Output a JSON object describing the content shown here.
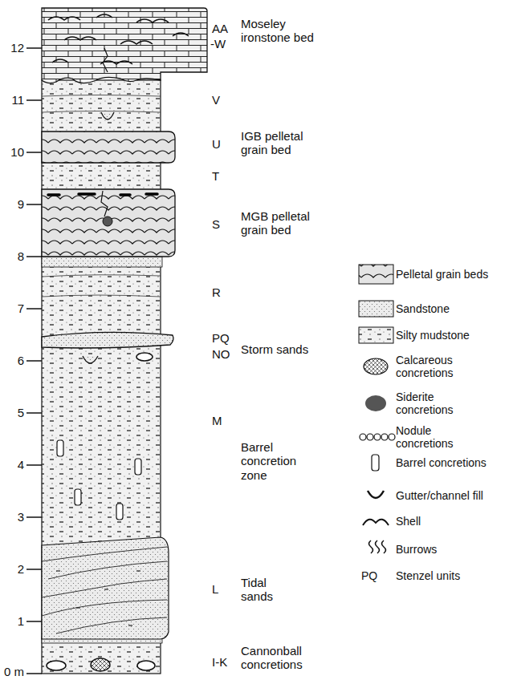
{
  "diagram": {
    "labels": [
      "12",
      "11",
      "10",
      "9",
      "8",
      "7",
      "6",
      "5",
      "4",
      "3",
      "2",
      "1",
      "0 m",
      "AA",
      "-W",
      "V",
      "U",
      "T",
      "S",
      "R",
      "PQ",
      "NO",
      "M",
      "L",
      "I-K",
      "Moseley ironstone bed",
      "IGB pelletal grain bed",
      "MGB pelletal grain bed",
      "Storm sands",
      "Barrel concretion zone",
      "Tidal sands",
      "Cannonball concretions",
      "PQ"
    ],
    "legend": [
      {
        "text": "Pelletal grain beds"
      },
      {
        "text": "Sandstone"
      },
      {
        "text": "Silty mudstone"
      },
      {
        "text": "Calcareous concretions"
      },
      {
        "text": "Siderite concretions",
        "color": "#555555"
      },
      {
        "text": "Nodule concretions"
      },
      {
        "text": "Barrel concretions"
      },
      {
        "text": "Gutter/channel fill"
      },
      {
        "text": "Shell"
      },
      {
        "text": "Burrows"
      },
      {
        "text": "Stenzel units"
      }
    ]
  }
}
